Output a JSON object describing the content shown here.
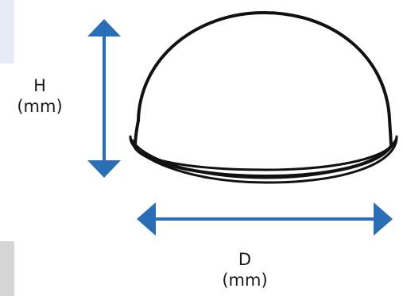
{
  "diagram": {
    "height_label": {
      "name": "H",
      "unit": "(mm)"
    },
    "diameter_label": {
      "name": "D",
      "unit": "(mm)"
    },
    "colors": {
      "arrow": "#2a6fb5",
      "outline": "#111111",
      "panel_top": "#e7ebf8",
      "panel_bottom": "#d6d6d6"
    },
    "icons": {
      "height_arrow": "vertical-double-arrow",
      "diameter_arrow": "horizontal-double-arrow",
      "object": "hemisphere-bumper"
    }
  }
}
